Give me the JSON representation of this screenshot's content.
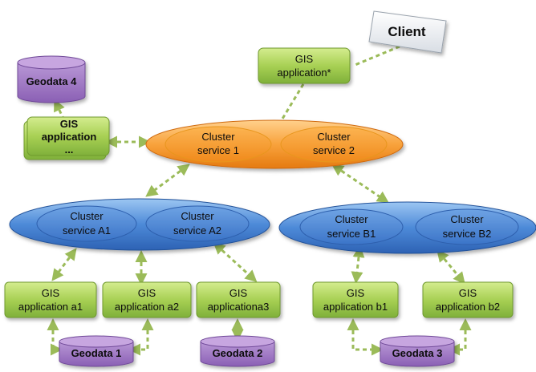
{
  "client": {
    "label": "Client"
  },
  "gis_application_top": {
    "line1": "GIS",
    "line2": "application*"
  },
  "gis_application_left": {
    "line1": "GIS",
    "line2": "application",
    "line3": "..."
  },
  "geodata_4": {
    "label": "Geodata 4"
  },
  "cluster_top": {
    "service_1": {
      "line1": "Cluster",
      "line2": "service 1"
    },
    "service_2": {
      "line1": "Cluster",
      "line2": "service 2"
    }
  },
  "cluster_a": {
    "service_a1": {
      "line1": "Cluster",
      "line2": "service A1"
    },
    "service_a2": {
      "line1": "Cluster",
      "line2": "service A2"
    }
  },
  "cluster_b": {
    "service_b1": {
      "line1": "Cluster",
      "line2": "service B1"
    },
    "service_b2": {
      "line1": "Cluster",
      "line2": "service B2"
    }
  },
  "gis_apps_bottom": {
    "a1": {
      "line1": "GIS",
      "line2": "application a1"
    },
    "a2": {
      "line1": "GIS",
      "line2": "application a2"
    },
    "a3": {
      "line1": "GIS",
      "line2": "applicationa3"
    },
    "b1": {
      "line1": "GIS",
      "line2": "application b1"
    },
    "b2": {
      "line1": "GIS",
      "line2": "application b2"
    }
  },
  "geodata_bottom": {
    "geodata_1": "Geodata 1",
    "geodata_2": "Geodata 2",
    "geodata_3": "Geodata 3"
  },
  "colors": {
    "green_light": "#c3e17a",
    "green_dark": "#76a732",
    "orange_light": "#ffc06a",
    "orange_dark": "#ec7a0f",
    "blue_light": "#6fa7e6",
    "blue_dark": "#2a63b8",
    "purple_light": "#b38bd2",
    "purple_dark": "#7a4fa3",
    "connector": "#9bbb59"
  }
}
